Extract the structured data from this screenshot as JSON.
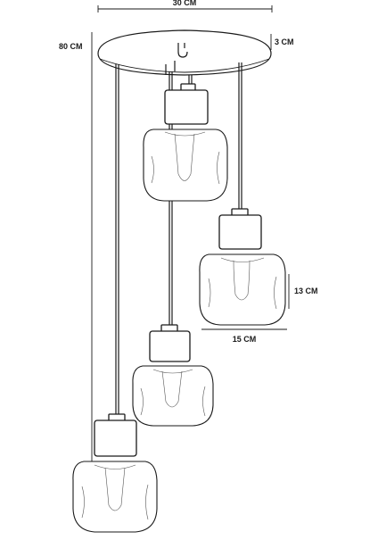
{
  "dimensions": {
    "width_label": "30 CM",
    "height_label": "80 CM",
    "canopy_thickness_label": "3 CM",
    "shade_height_label": "13 CM",
    "shade_width_label": "15 CM"
  }
}
